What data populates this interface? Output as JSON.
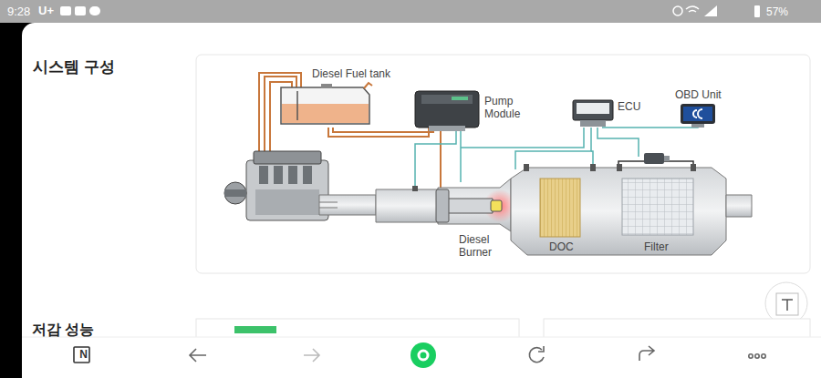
{
  "diagram": {
    "title": "시스템 구성",
    "labels": [
      "9:28",
      "U+",
      "57%",
      "Diesel Fuel tank",
      "Pump Module",
      "ECU",
      "OBD Unit",
      "Diesel Burner",
      "DOC",
      "Filter",
      "저감 성능",
      "N"
    ]
  }
}
